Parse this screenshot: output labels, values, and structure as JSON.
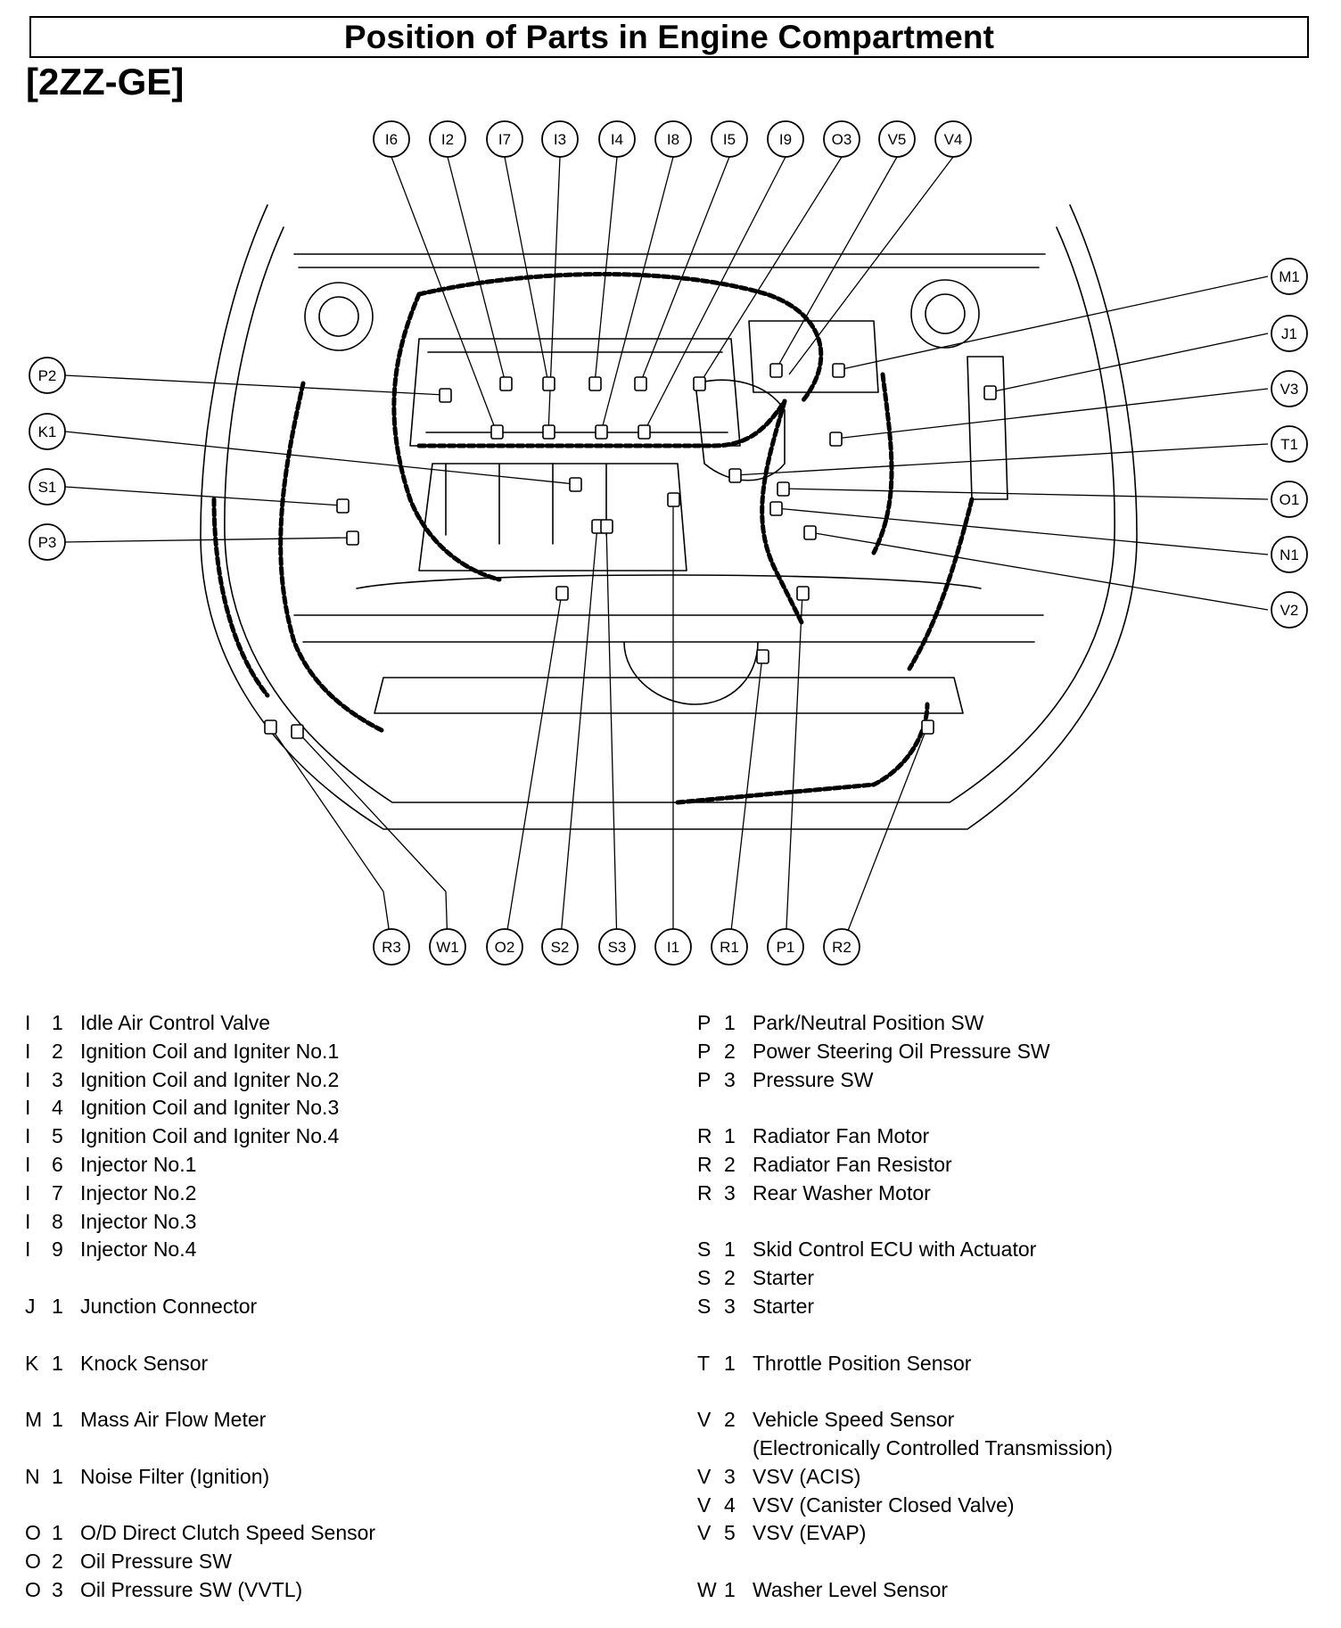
{
  "title": "Position of Parts in Engine Compartment",
  "subtitle": "[2ZZ-GE]",
  "callouts_top": [
    "I6",
    "I2",
    "I7",
    "I3",
    "I4",
    "I8",
    "I5",
    "I9",
    "O3",
    "V5",
    "V4"
  ],
  "callouts_left": [
    "P2",
    "K1",
    "S1",
    "P3"
  ],
  "callouts_right": [
    "M1",
    "J1",
    "V3",
    "T1",
    "O1",
    "N1",
    "V2"
  ],
  "callouts_bottom": [
    "R3",
    "W1",
    "O2",
    "S2",
    "S3",
    "I1",
    "R1",
    "P1",
    "R2"
  ],
  "legend_left": [
    {
      "letter": "I",
      "num": "1",
      "desc": "Idle Air Control Valve"
    },
    {
      "letter": "I",
      "num": "2",
      "desc": "Ignition Coil and Igniter No.1"
    },
    {
      "letter": "I",
      "num": "3",
      "desc": "Ignition Coil and Igniter No.2"
    },
    {
      "letter": "I",
      "num": "4",
      "desc": "Ignition Coil and Igniter No.3"
    },
    {
      "letter": "I",
      "num": "5",
      "desc": "Ignition Coil and Igniter No.4"
    },
    {
      "letter": "I",
      "num": "6",
      "desc": "Injector No.1"
    },
    {
      "letter": "I",
      "num": "7",
      "desc": "Injector No.2"
    },
    {
      "letter": "I",
      "num": "8",
      "desc": "Injector No.3"
    },
    {
      "letter": "I",
      "num": "9",
      "desc": "Injector No.4"
    },
    {
      "letter": "J",
      "num": "1",
      "desc": "Junction Connector",
      "gap": true
    },
    {
      "letter": "K",
      "num": "1",
      "desc": "Knock Sensor",
      "gap": true
    },
    {
      "letter": "M",
      "num": "1",
      "desc": "Mass Air Flow Meter",
      "gap": true
    },
    {
      "letter": "N",
      "num": "1",
      "desc": "Noise Filter (Ignition)",
      "gap": true
    },
    {
      "letter": "O",
      "num": "1",
      "desc": "O/D Direct Clutch Speed Sensor",
      "gap": true
    },
    {
      "letter": "O",
      "num": "2",
      "desc": "Oil Pressure SW"
    },
    {
      "letter": "O",
      "num": "3",
      "desc": "Oil Pressure SW (VVTL)"
    }
  ],
  "legend_right": [
    {
      "letter": "P",
      "num": "1",
      "desc": "Park/Neutral Position SW"
    },
    {
      "letter": "P",
      "num": "2",
      "desc": "Power Steering Oil Pressure SW"
    },
    {
      "letter": "P",
      "num": "3",
      "desc": "Pressure SW"
    },
    {
      "letter": "R",
      "num": "1",
      "desc": "Radiator Fan Motor",
      "gap": true
    },
    {
      "letter": "R",
      "num": "2",
      "desc": "Radiator Fan Resistor"
    },
    {
      "letter": "R",
      "num": "3",
      "desc": "Rear Washer Motor"
    },
    {
      "letter": "S",
      "num": "1",
      "desc": "Skid Control ECU with Actuator",
      "gap": true
    },
    {
      "letter": "S",
      "num": "2",
      "desc": "Starter"
    },
    {
      "letter": "S",
      "num": "3",
      "desc": "Starter"
    },
    {
      "letter": "T",
      "num": "1",
      "desc": "Throttle Position Sensor",
      "gap": true
    },
    {
      "letter": "V",
      "num": "2",
      "desc": "Vehicle Speed Sensor",
      "cont": "(Electronically Controlled Transmission)",
      "gap": true
    },
    {
      "letter": "V",
      "num": "3",
      "desc": "VSV (ACIS)"
    },
    {
      "letter": "V",
      "num": "4",
      "desc": "VSV (Canister Closed Valve)"
    },
    {
      "letter": "V",
      "num": "5",
      "desc": "VSV (EVAP)"
    },
    {
      "letter": "W",
      "num": "1",
      "desc": "Washer Level Sensor",
      "gap": true
    }
  ]
}
